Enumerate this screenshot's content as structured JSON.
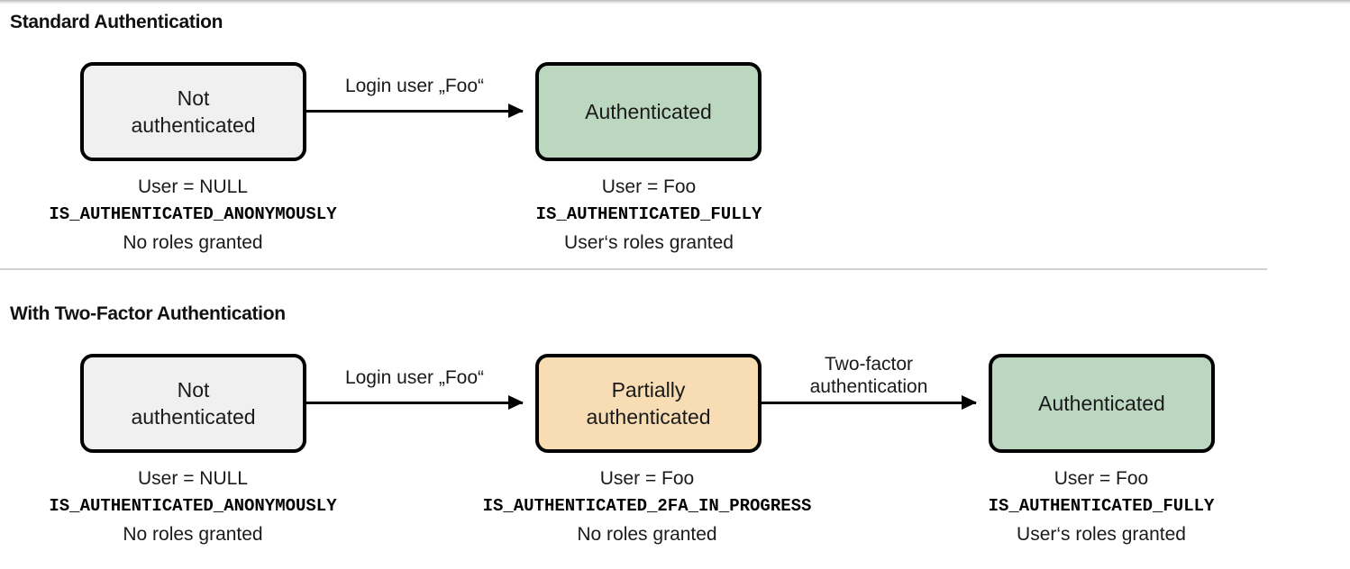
{
  "page": {
    "background_color": "#ffffff",
    "divider_color": "#d2d2d2"
  },
  "palette": {
    "not_authenticated_fill": "#f0f0f0",
    "partially_authenticated_fill": "#f7dcb4",
    "authenticated_fill": "#bcd7c0",
    "border": "#000000",
    "text": "#1a1a1a"
  },
  "sections": [
    {
      "id": "standard",
      "title": "Standard Authentication",
      "states": [
        {
          "id": "not-authenticated",
          "label": "Not\nauthenticated",
          "fill": "#f0f0f0",
          "caption": {
            "user": "User = NULL",
            "token": "IS_AUTHENTICATED_ANONYMOUSLY",
            "roles": "No roles granted"
          }
        },
        {
          "id": "authenticated",
          "label": "Authenticated",
          "fill": "#bcd7c0",
          "caption": {
            "user": "User = Foo",
            "token": "IS_AUTHENTICATED_FULLY",
            "roles": "User‘s roles granted"
          }
        }
      ],
      "transitions": [
        {
          "id": "login",
          "label": "Login user „Foo“"
        }
      ]
    },
    {
      "id": "two-factor",
      "title": "With Two-Factor Authentication",
      "states": [
        {
          "id": "not-authenticated",
          "label": "Not\nauthenticated",
          "fill": "#f0f0f0",
          "caption": {
            "user": "User = NULL",
            "token": "IS_AUTHENTICATED_ANONYMOUSLY",
            "roles": "No roles granted"
          }
        },
        {
          "id": "partially-authenticated",
          "label": "Partially\nauthenticated",
          "fill": "#f7dcb4",
          "caption": {
            "user": "User = Foo",
            "token": "IS_AUTHENTICATED_2FA_IN_PROGRESS",
            "roles": "No roles granted"
          }
        },
        {
          "id": "authenticated",
          "label": "Authenticated",
          "fill": "#bcd7c0",
          "caption": {
            "user": "User = Foo",
            "token": "IS_AUTHENTICATED_FULLY",
            "roles": "User‘s roles granted"
          }
        }
      ],
      "transitions": [
        {
          "id": "login",
          "label": "Login user „Foo“"
        },
        {
          "id": "two-factor",
          "label": "Two-factor\nauthentication"
        }
      ]
    }
  ]
}
